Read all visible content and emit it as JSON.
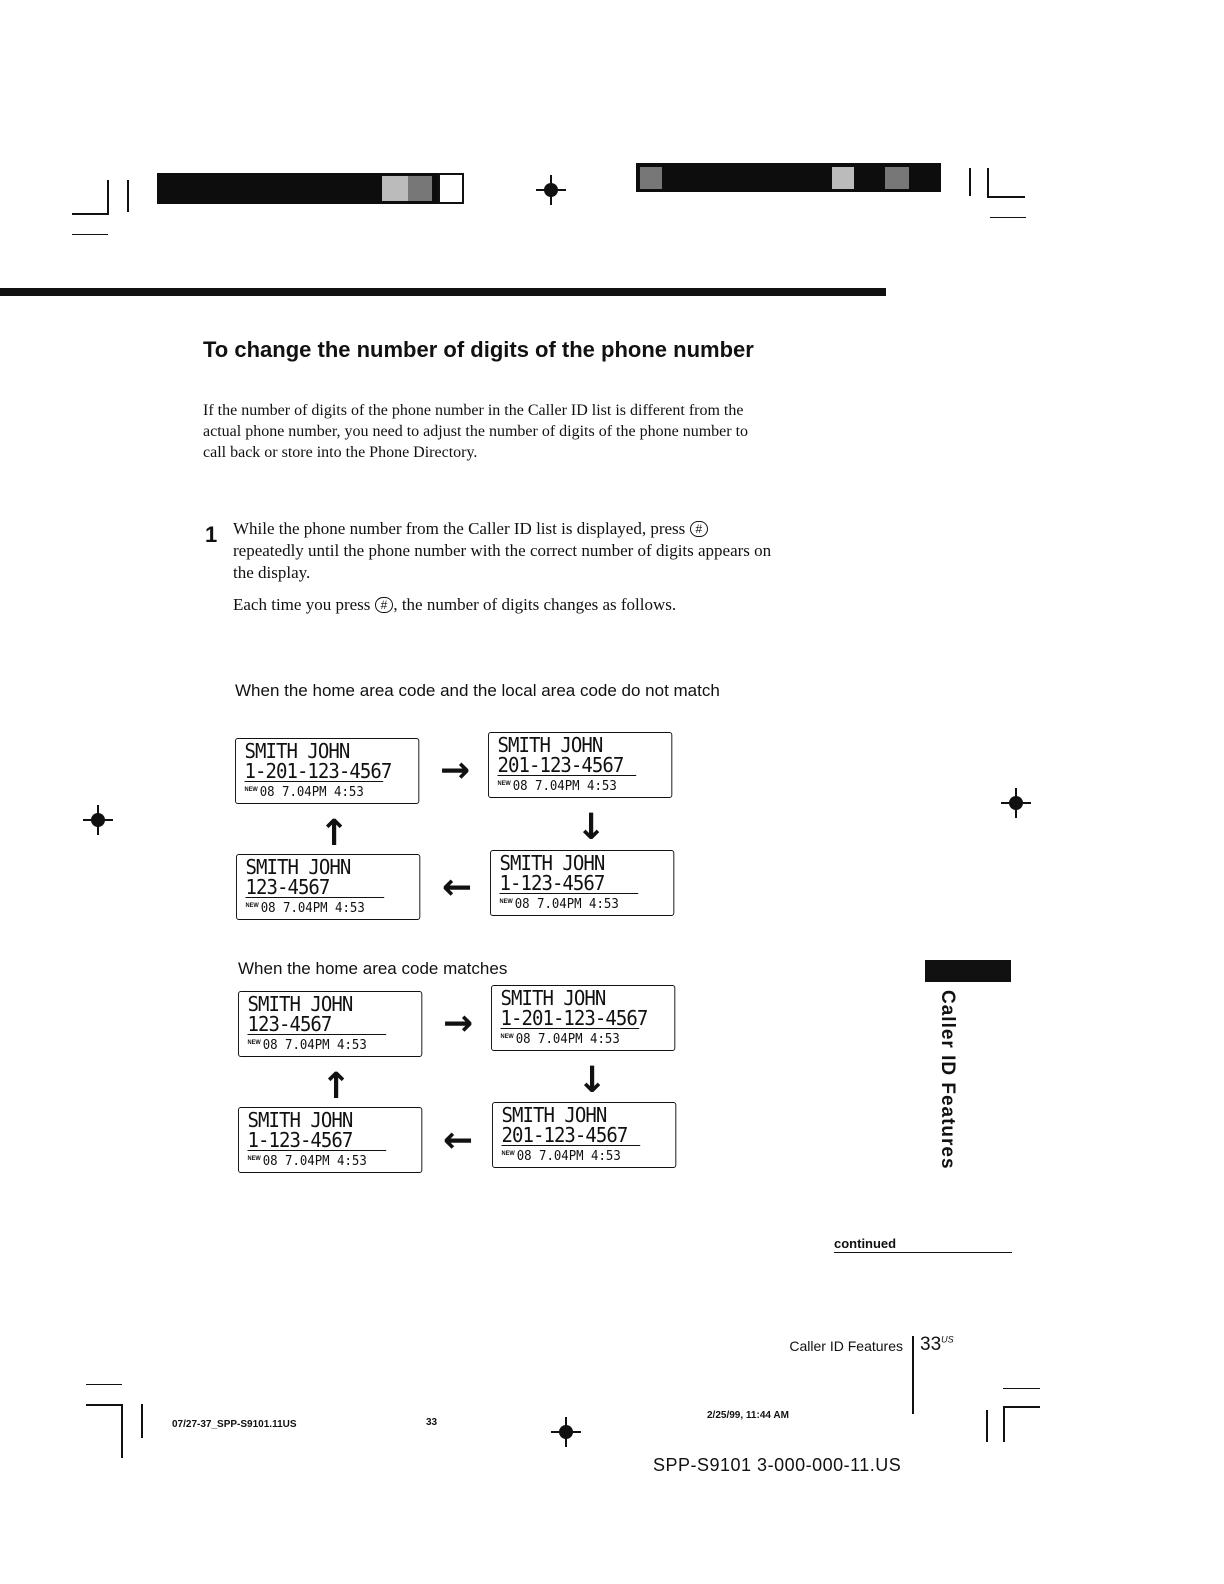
{
  "section": {
    "heading": "To change the number of digits of the phone number",
    "intro": "If the number of digits of the phone number in the Caller ID list is different from the actual phone number, you need to adjust the number of digits of the phone number to call back or store into the Phone Directory."
  },
  "step1": {
    "number": "1",
    "text_a": "While the phone number from the Caller ID list is displayed, press",
    "text_b": "repeatedly until the phone number with the correct number of digits appears on the display.",
    "sub_a": "Each time you press",
    "sub_b": ", the number of digits changes as follows.",
    "key_label": "#",
    "key_icon": "pound-key-icon"
  },
  "case_no_match": {
    "title": "When the home area code and the local area code do not match",
    "panels": [
      {
        "name": "SMITH JOHN",
        "number": "1-201-123-4567",
        "status_new": "NEW",
        "status": "08  7.04PM  4:53"
      },
      {
        "name": "SMITH JOHN",
        "number": "201-123-4567",
        "status_new": "NEW",
        "status": "08  7.04PM  4:53"
      },
      {
        "name": "SMITH JOHN",
        "number": "1-123-4567",
        "status_new": "NEW",
        "status": "08  7.04PM  4:53"
      },
      {
        "name": "SMITH JOHN",
        "number": "123-4567",
        "status_new": "NEW",
        "status": "08  7.04PM  4:53"
      }
    ]
  },
  "case_match": {
    "title": "When the home area code matches",
    "panels": [
      {
        "name": "SMITH JOHN",
        "number": "123-4567",
        "status_new": "NEW",
        "status": "08  7.04PM  4:53"
      },
      {
        "name": "SMITH JOHN",
        "number": "1-201-123-4567",
        "status_new": "NEW",
        "status": "08  7.04PM  4:53"
      },
      {
        "name": "SMITH JOHN",
        "number": "201-123-4567",
        "status_new": "NEW",
        "status": "08  7.04PM  4:53"
      },
      {
        "name": "SMITH JOHN",
        "number": "1-123-4567",
        "status_new": "NEW",
        "status": "08  7.04PM  4:53"
      }
    ]
  },
  "arrows": {
    "right": "→",
    "down": "↓",
    "left": "←",
    "up": "↑"
  },
  "side_tab": "Caller ID Features",
  "continued": "continued",
  "footer": {
    "section_label": "Caller ID Features",
    "page": "33",
    "page_suffix": "US",
    "slug_file": "07/27-37_SPP-S9101.11US",
    "slug_page": "33",
    "slug_date": "2/25/99, 11:44 AM",
    "model": "SPP-S9101 3-000-000-11.US"
  }
}
